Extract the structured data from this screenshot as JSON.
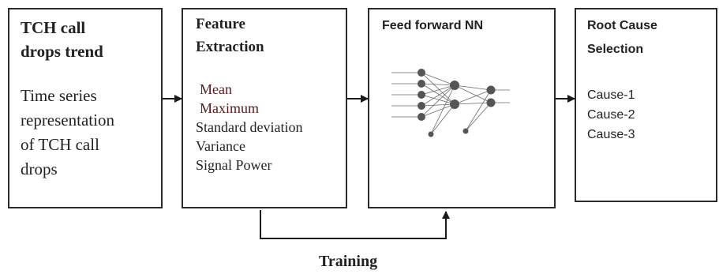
{
  "boxes": {
    "tch": {
      "title_lines": [
        "TCH call",
        "drops trend"
      ],
      "body_lines": [
        "Time series",
        "representation",
        "of TCH call",
        "drops"
      ]
    },
    "feature": {
      "title_lines": [
        "Feature",
        "Extraction"
      ],
      "features": [
        "Mean",
        "Maximum",
        "Standard deviation",
        "Variance",
        "Signal Power"
      ]
    },
    "nn": {
      "title": "Feed forward NN"
    },
    "root": {
      "title_lines": [
        "Root Cause",
        "Selection"
      ],
      "causes": [
        "Cause-1",
        "Cause-2",
        "Cause-3"
      ]
    }
  },
  "training_label": "Training",
  "colors": {
    "border": "#2a2a2a",
    "text": "#222222",
    "accent_dark_red": "#5a1a1a"
  }
}
